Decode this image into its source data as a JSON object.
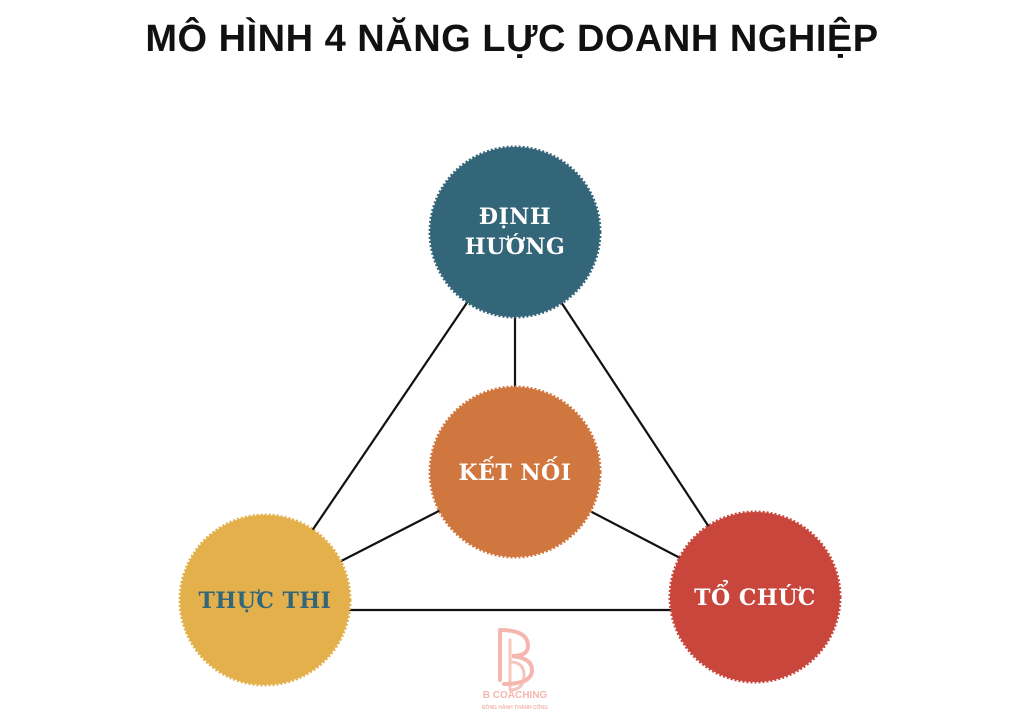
{
  "title": "MÔ HÌNH 4 NĂNG LỰC DOANH NGHIỆP",
  "nodes": {
    "top": {
      "line1": "ĐỊNH",
      "line2": "HƯỚNG",
      "fill": "#34667a",
      "text_color": "#ffffff"
    },
    "center": {
      "label": "KẾT NỐI",
      "fill": "#d0763f",
      "text_color": "#ffffff"
    },
    "left": {
      "label": "THỰC THI",
      "fill": "#e3b04b",
      "text_color": "#34667a"
    },
    "right": {
      "label": "TỔ CHỨC",
      "fill": "#c8463c",
      "text_color": "#ffffff"
    }
  },
  "edge_color": "#111111",
  "logo": {
    "name": "B COACHING",
    "tagline": "ĐỒNG HÀNH THÀNH CÔNG",
    "color": "#f4b6ad"
  }
}
